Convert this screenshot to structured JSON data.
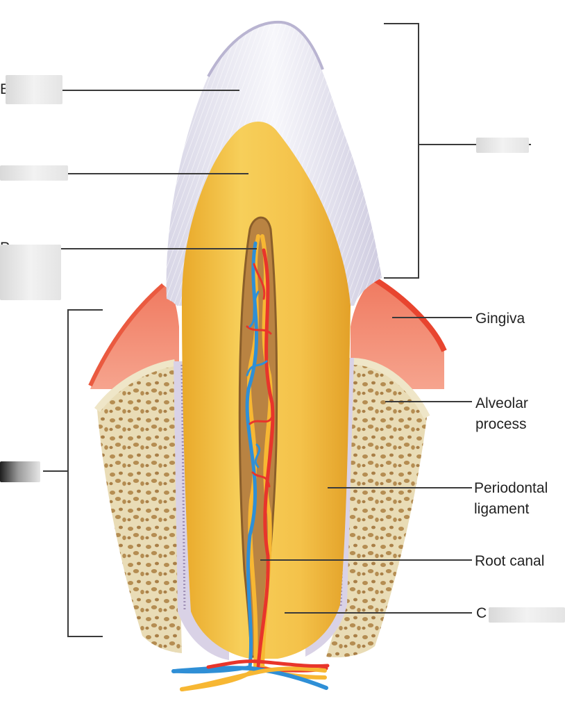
{
  "labels": {
    "gingiva": "Gingiva",
    "alveolar_line1": "Alveolar",
    "alveolar_line2": "process",
    "periodontal_line1": "Periodontal",
    "periodontal_line2": "ligament",
    "root_canal": "Root canal"
  },
  "masked_label_fragments": {
    "enamel": "E",
    "pulp": "P",
    "cementum": "C"
  },
  "colors": {
    "enamel": "#ecebf3",
    "dentin": "#f2bd38",
    "pulp": "#c08a3c",
    "gingiva": "#f06a50",
    "bone": "#ece2c2",
    "artery": "#e8352b",
    "vein": "#2f8fd6",
    "nerve": "#f7b733",
    "leader": "#3a3a3a"
  }
}
